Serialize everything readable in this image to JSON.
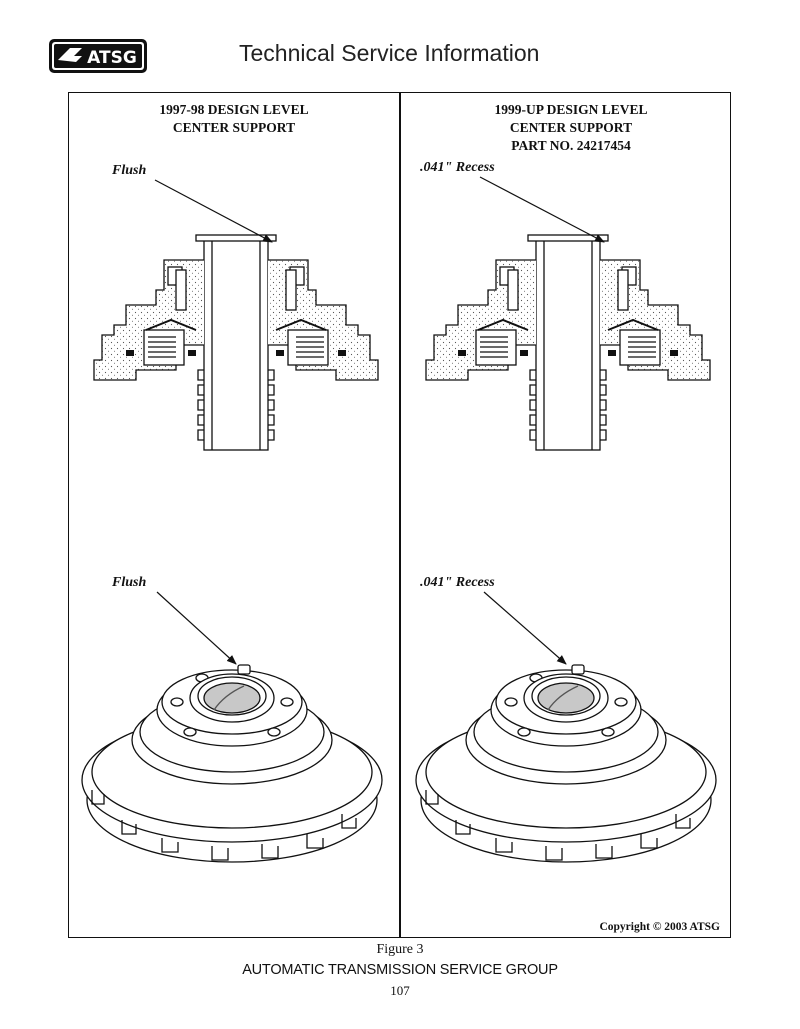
{
  "header": {
    "logo_text": "ATSG",
    "title": "Technical Service Information"
  },
  "panels": [
    {
      "title_lines": [
        "1997-98 DESIGN LEVEL",
        "CENTER SUPPORT"
      ],
      "callout_top": "Flush",
      "callout_bottom": "Flush"
    },
    {
      "title_lines": [
        "1999-UP DESIGN LEVEL",
        "CENTER SUPPORT",
        "PART NO. 24217454"
      ],
      "callout_top": ".041\" Recess",
      "callout_bottom": ".041\" Recess"
    }
  ],
  "copyright": "Copyright © 2003 ATSG",
  "figure_caption": "Figure 3",
  "footer": {
    "organization": "AUTOMATIC TRANSMISSION SERVICE GROUP",
    "page_number": "107"
  }
}
